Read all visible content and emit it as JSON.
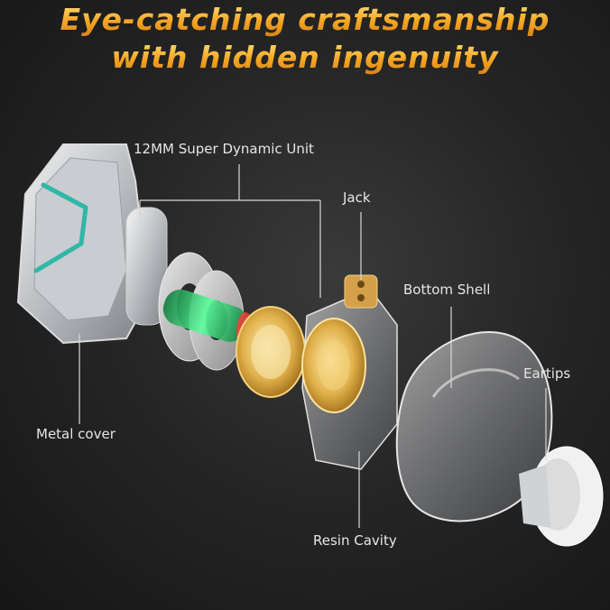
{
  "headline": {
    "line1": "Eye-catching craftsmanship",
    "line2": "with hidden ingenuity"
  },
  "labels": {
    "dynamic_unit": "12MM Super Dynamic Unit",
    "jack": "Jack",
    "bottom_shell": "Bottom Shell",
    "eartips": "Eartips",
    "metal_cover": "Metal cover",
    "resin_cavity": "Resin Cavity"
  },
  "colors": {
    "headline_gold": "#f5a623",
    "label_text": "#e6e6e6",
    "driver_green": "#2ee07a",
    "brass": "#d9a441"
  }
}
